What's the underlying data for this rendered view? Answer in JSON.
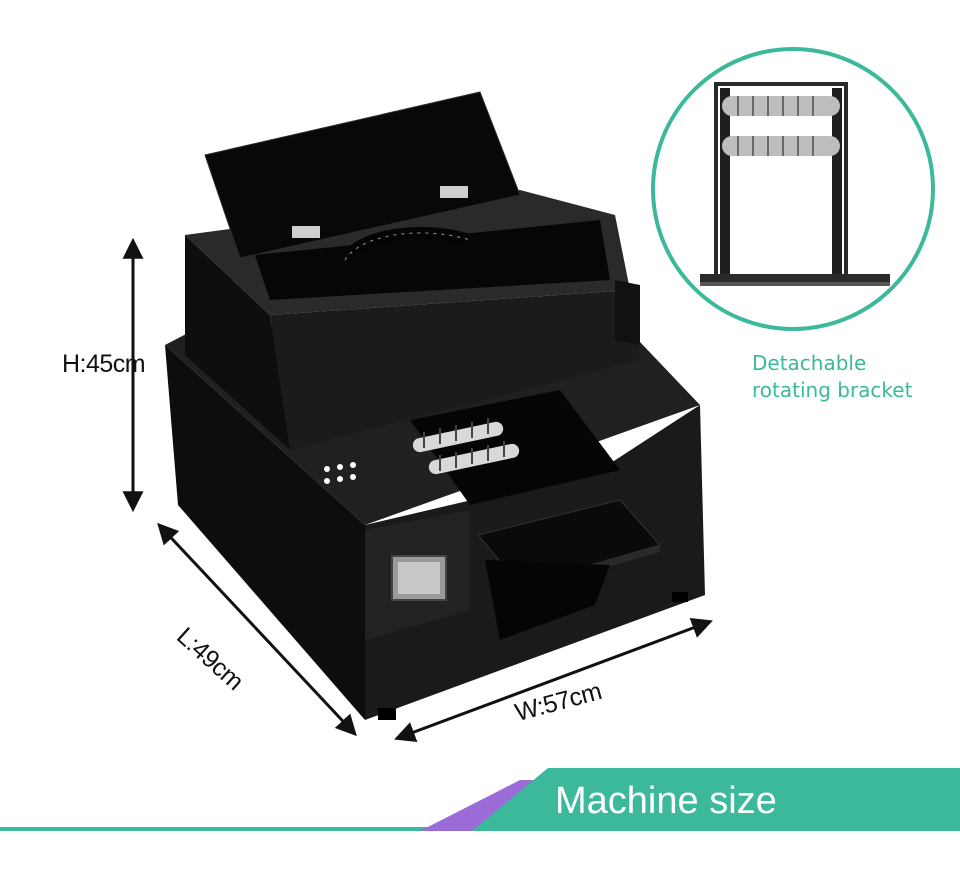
{
  "dimensions": {
    "height_label": "H:45cm",
    "length_label": "L:49cm",
    "width_label": "W:57cm"
  },
  "callout": {
    "line1": "Detachable",
    "line2": "rotating bracket"
  },
  "banner": {
    "title": "Machine size"
  },
  "colors": {
    "accent_green": "#3cb99a",
    "accent_purple": "#9b6bd8",
    "machine_body": "#141414",
    "text_dark": "#111111"
  },
  "icons": {
    "printer": "uv-printer-illustration",
    "bracket": "rotating-bracket-illustration"
  }
}
